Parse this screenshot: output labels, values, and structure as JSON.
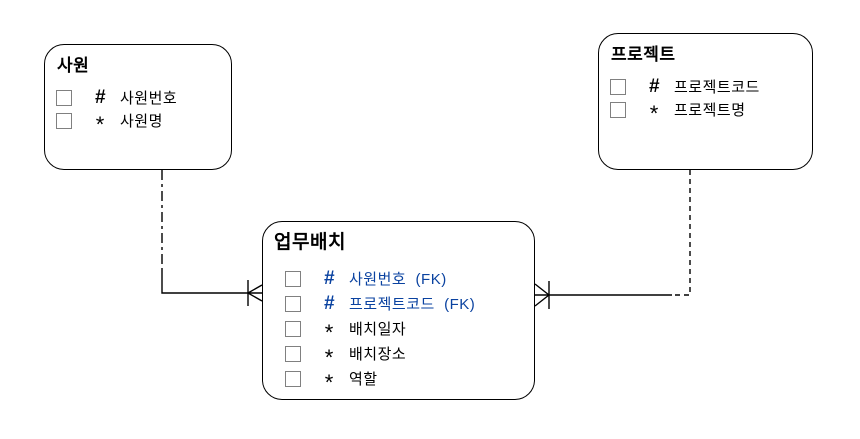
{
  "colors": {
    "background": "#ffffff",
    "entity_border": "#000000",
    "text": "#000000",
    "fk_text": "#0a42a0",
    "checkbox_border": "#808080",
    "relationship_line": "#000000"
  },
  "entities": [
    {
      "id": "employee",
      "title": "사원",
      "attributes": [
        {
          "symbol": "#",
          "name": "사원번호",
          "fk": false
        },
        {
          "symbol": "*",
          "name": "사원명",
          "fk": false
        }
      ]
    },
    {
      "id": "project",
      "title": "프로젝트",
      "attributes": [
        {
          "symbol": "#",
          "name": "프로젝트코드",
          "fk": false
        },
        {
          "symbol": "*",
          "name": "프로젝트명",
          "fk": false
        }
      ]
    },
    {
      "id": "assignment",
      "title": "업무배치",
      "attributes": [
        {
          "symbol": "#",
          "name": "사원번호  (FK)",
          "fk": true
        },
        {
          "symbol": "#",
          "name": "프로젝트코드  (FK)",
          "fk": true
        },
        {
          "symbol": "*",
          "name": "배치일자",
          "fk": false
        },
        {
          "symbol": "*",
          "name": "배치장소",
          "fk": false
        },
        {
          "symbol": "*",
          "name": "역할",
          "fk": false
        }
      ]
    }
  ],
  "relationships": [
    {
      "from": "사원",
      "to": "업무배치",
      "from_end": "one, optional (dashed half)",
      "to_end": "many, mandatory (crow's foot with identifying bar)"
    },
    {
      "from": "프로젝트",
      "to": "업무배치",
      "from_end": "one, optional (dashed half)",
      "to_end": "many, mandatory (crow's foot with identifying bar)"
    }
  ]
}
